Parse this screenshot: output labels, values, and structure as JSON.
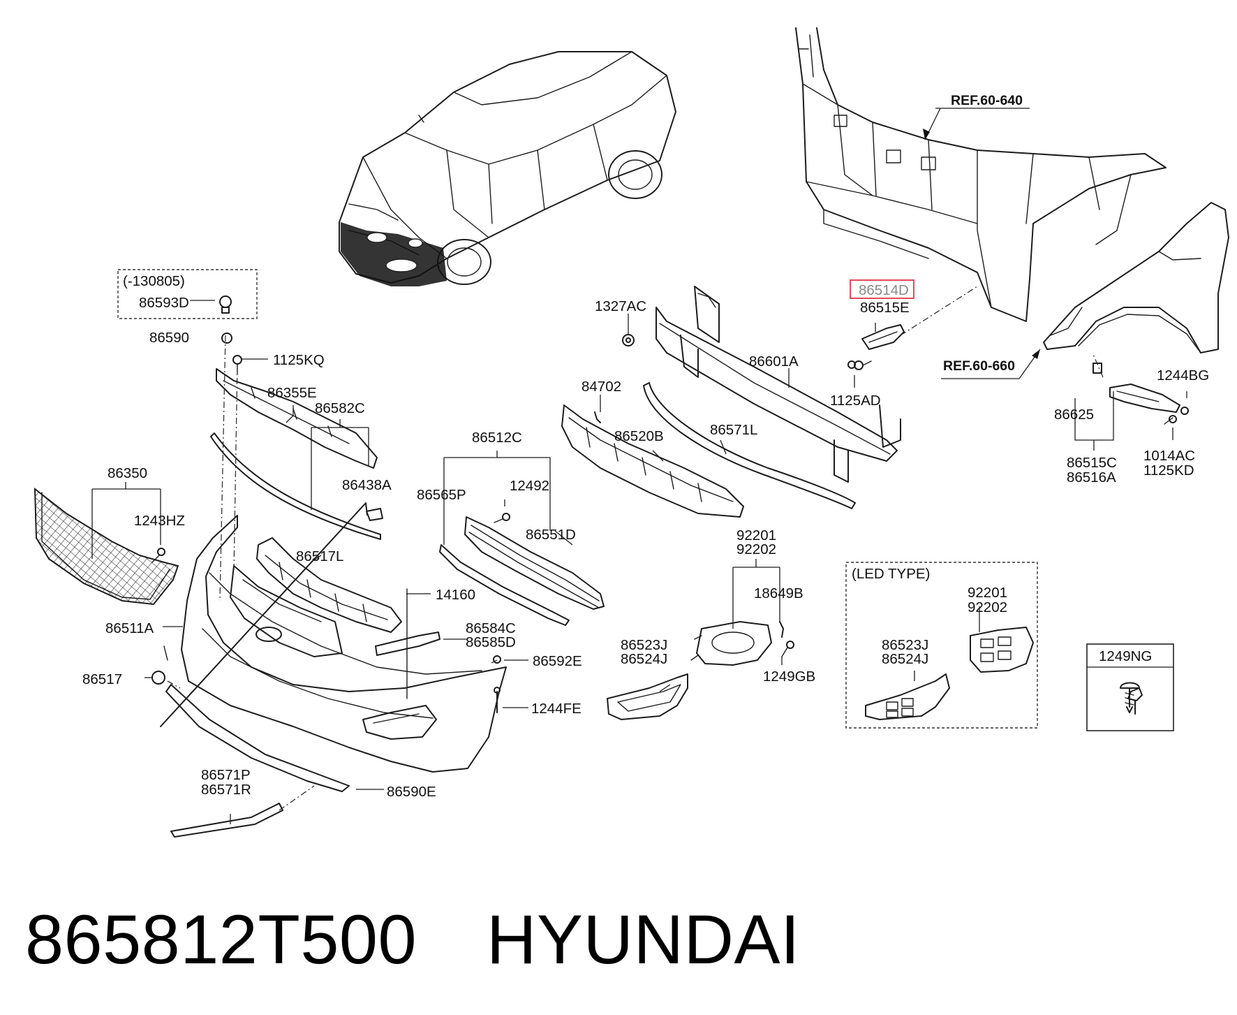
{
  "footer": {
    "part_number": "865812T500",
    "brand": "HYUNDAI"
  },
  "groups": {
    "early_note": "(-130805)",
    "led_note": "(LED TYPE)",
    "fastener_box_label": "1249NG"
  },
  "references": {
    "ref_upper": "REF.60-640",
    "ref_fender": "REF.60-660"
  },
  "highlight": {
    "part": "86514D",
    "color": "#e64a5a"
  },
  "parts": {
    "p86593D": "86593D",
    "p86590": "86590",
    "p1125KQ": "1125KQ",
    "p86355E": "86355E",
    "p86582C": "86582C",
    "p86438A": "86438A",
    "p86350": "86350",
    "p1243HZ": "1243HZ",
    "p86517L": "86517L",
    "p86511A": "86511A",
    "p86517": "86517",
    "p14160": "14160",
    "p86584C": "86584C",
    "p86585D": "86585D",
    "p86592E": "86592E",
    "p1244FE": "1244FE",
    "p86571P": "86571P",
    "p86571R": "86571R",
    "p86590E": "86590E",
    "p86512C": "86512C",
    "p86565P": "86565P",
    "p12492": "12492",
    "p86551D": "86551D",
    "p84702": "84702",
    "p86520B": "86520B",
    "p1327AC": "1327AC",
    "p86601A": "86601A",
    "p86571L": "86571L",
    "p86515E": "86515E",
    "p1125AD": "1125AD",
    "p92201": "92201",
    "p92202": "92202",
    "p18649B": "18649B",
    "p86523J": "86523J",
    "p86524J": "86524J",
    "p1249GB": "1249GB",
    "p1244BG": "1244BG",
    "p86625": "86625",
    "p86515C": "86515C",
    "p86516A": "86516A",
    "p1014AC": "1014AC",
    "p1125KD": "1125KD"
  }
}
